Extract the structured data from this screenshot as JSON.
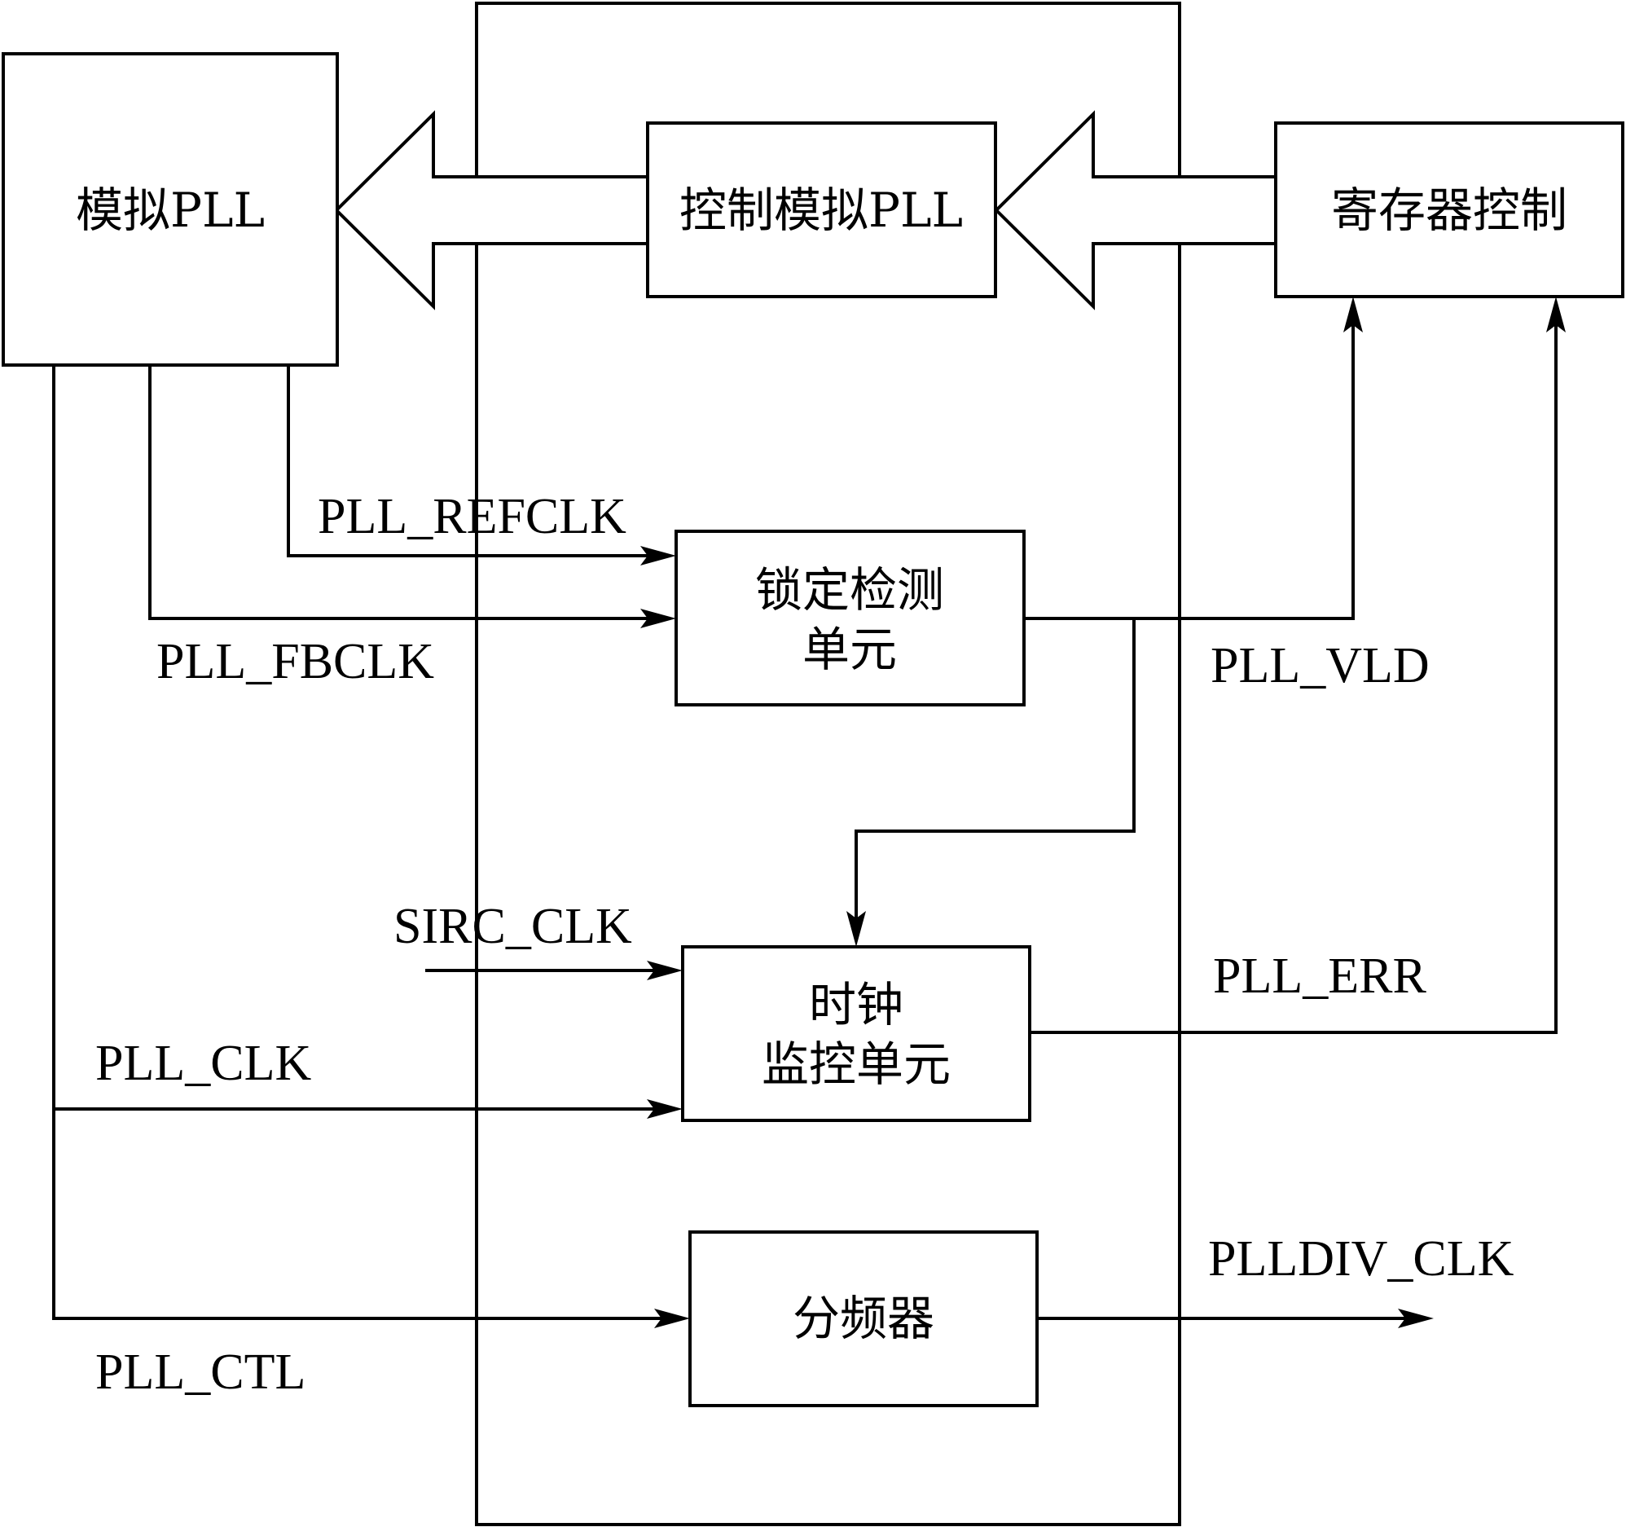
{
  "blocks": {
    "analog_pll": "模拟PLL",
    "control_analog_pll": "控制模拟PLL",
    "register_control": "寄存器控制",
    "lock_detect": [
      "锁定检测",
      "单元"
    ],
    "clock_monitor": [
      "时钟",
      "监控单元"
    ],
    "divider": "分频器"
  },
  "signals": {
    "pll_refclk": "PLL_REFCLK",
    "pll_fbclk": "PLL_FBCLK",
    "pll_vld": "PLL_VLD",
    "sirc_clk": "SIRC_CLK",
    "pll_err": "PLL_ERR",
    "pll_clk": "PLL_CLK",
    "plldiv_clk": "PLLDIV_CLK",
    "pll_ctl": "PLL_CTL"
  }
}
